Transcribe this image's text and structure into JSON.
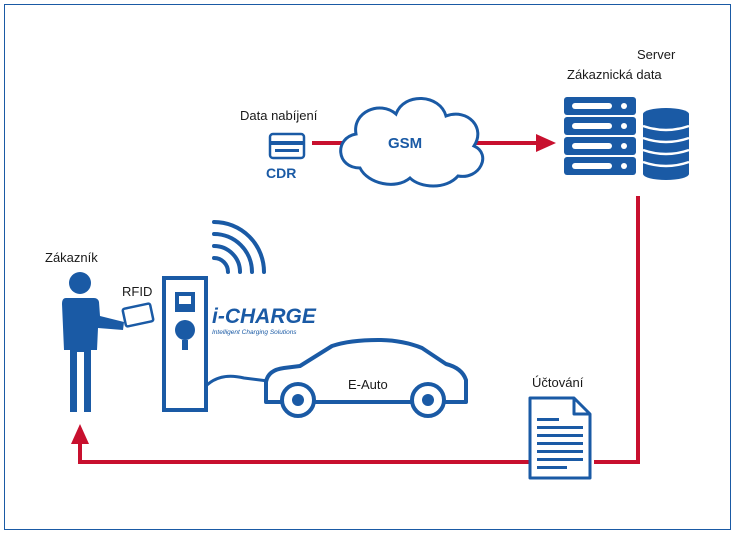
{
  "labels": {
    "server": "Server",
    "customer_data": "Zákaznická data",
    "charging_data": "Data nabíjení",
    "cdr": "CDR",
    "gsm": "GSM",
    "customer": "Zákazník",
    "rfid": "RFID",
    "brand": "i-CHARGE",
    "brand_tagline": "Intelligent Charging Solutions",
    "e_auto": "E-Auto",
    "billing": "Účtování"
  },
  "colors": {
    "blue": "#1a5aa5",
    "red": "#c8102e",
    "frame": "#1a5aa5"
  },
  "icons": [
    "card-icon",
    "cloud-icon",
    "server-rack-icon",
    "database-icon",
    "person-icon",
    "rfid-card-icon",
    "charging-station-icon",
    "wireless-signal-icon",
    "car-icon",
    "invoice-document-icon"
  ]
}
